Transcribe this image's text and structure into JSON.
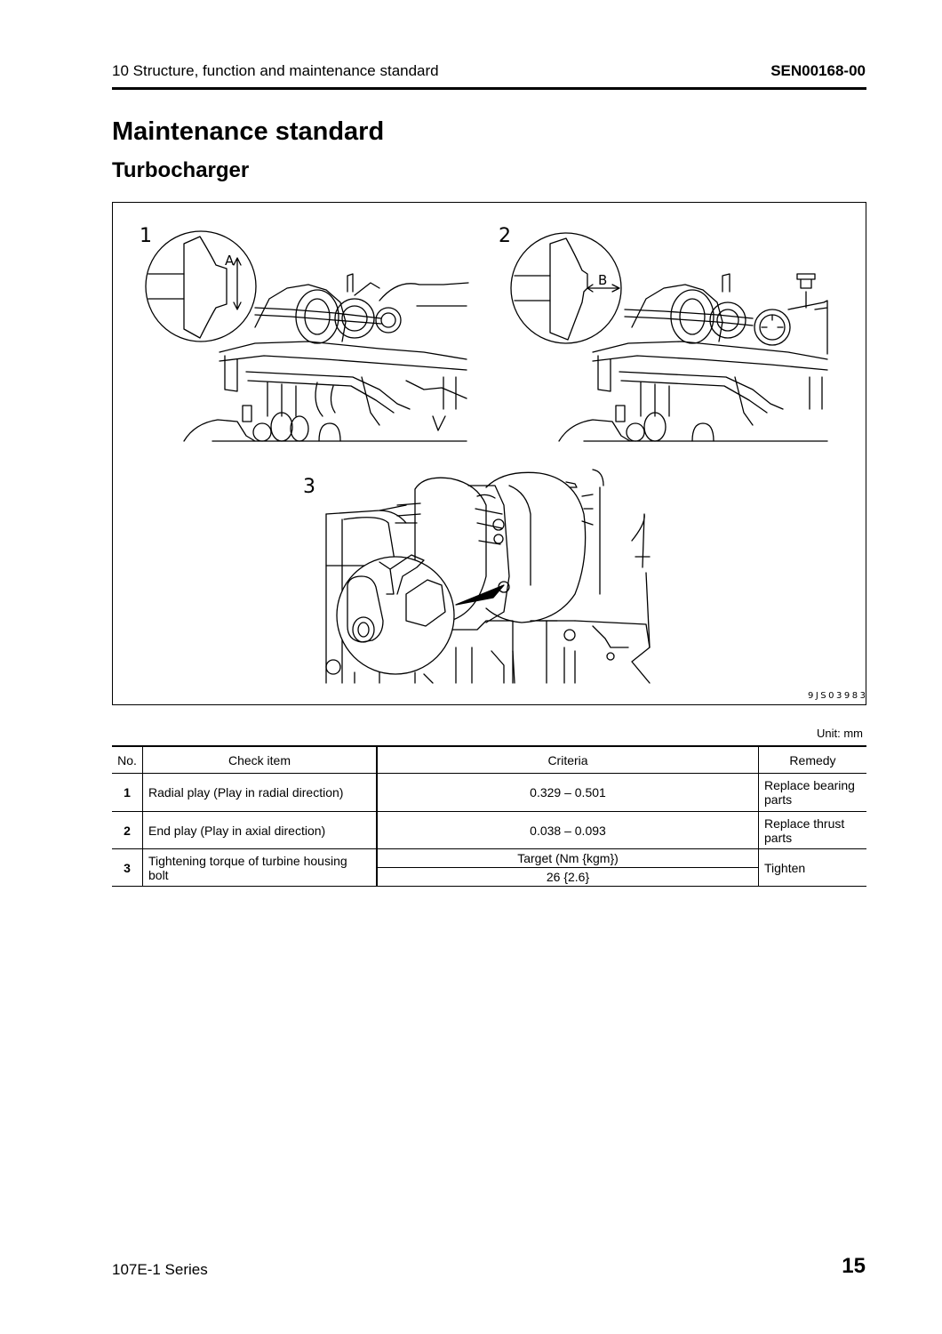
{
  "header": {
    "section": "10 Structure, function and maintenance standard",
    "doc_code": "SEN00168-00"
  },
  "page_title": "Maintenance standard",
  "section_title": "Turbocharger",
  "figure": {
    "callouts": [
      "1",
      "2",
      "3"
    ],
    "detail_letters": [
      "A",
      "B"
    ],
    "figure_code": "9JS03983"
  },
  "table": {
    "unit": "Unit: mm",
    "headers": {
      "no": "No.",
      "check_item": "Check item",
      "criteria": "Criteria",
      "remedy": "Remedy"
    },
    "rows": [
      {
        "no": "1",
        "check_item": "Radial play (Play in radial direction)",
        "criteria": "0.329 – 0.501",
        "remedy": "Replace bearing parts"
      },
      {
        "no": "2",
        "check_item": "End play (Play in axial direction)",
        "criteria": "0.038 – 0.093",
        "remedy": "Replace thrust parts"
      },
      {
        "no": "3",
        "check_item": "Tightening torque of turbine housing bolt",
        "criteria_label": "Target (Nm {kgm})",
        "criteria": "26 {2.6}",
        "remedy": "Tighten"
      }
    ]
  },
  "footer": {
    "series": "107E-1 Series",
    "page_number": "15"
  }
}
